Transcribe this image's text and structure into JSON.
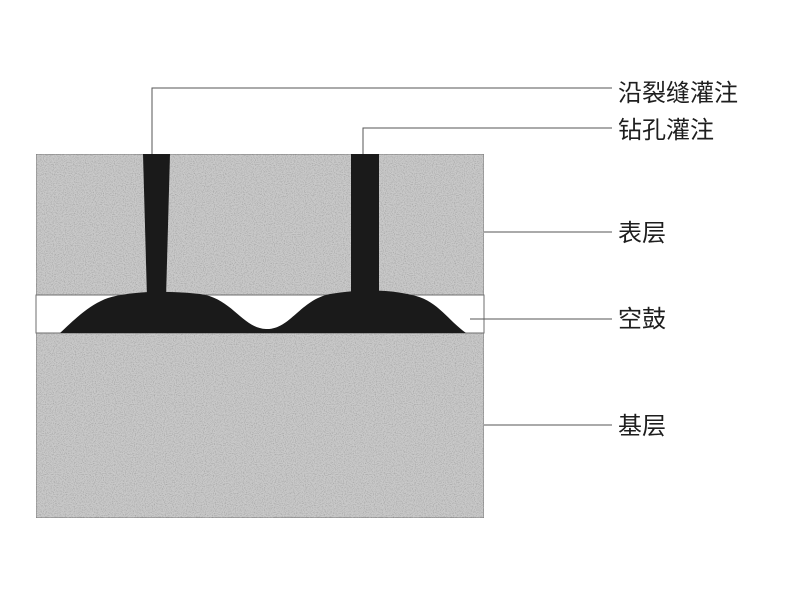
{
  "labels": {
    "crack_grouting": "沿裂缝灌注",
    "drill_grouting": "钻孔灌注",
    "surface_layer": "表层",
    "hollow": "空鼓",
    "base_layer": "基层"
  },
  "colors": {
    "concrete": "#c9c9c9",
    "speckle_dark": "#8a8a8a",
    "speckle_light": "#eeeeee",
    "grout": "#1a1a1a",
    "void": "#ffffff",
    "outline": "#6e6e6e",
    "leader": "#555555",
    "text": "#1e1e1e"
  }
}
